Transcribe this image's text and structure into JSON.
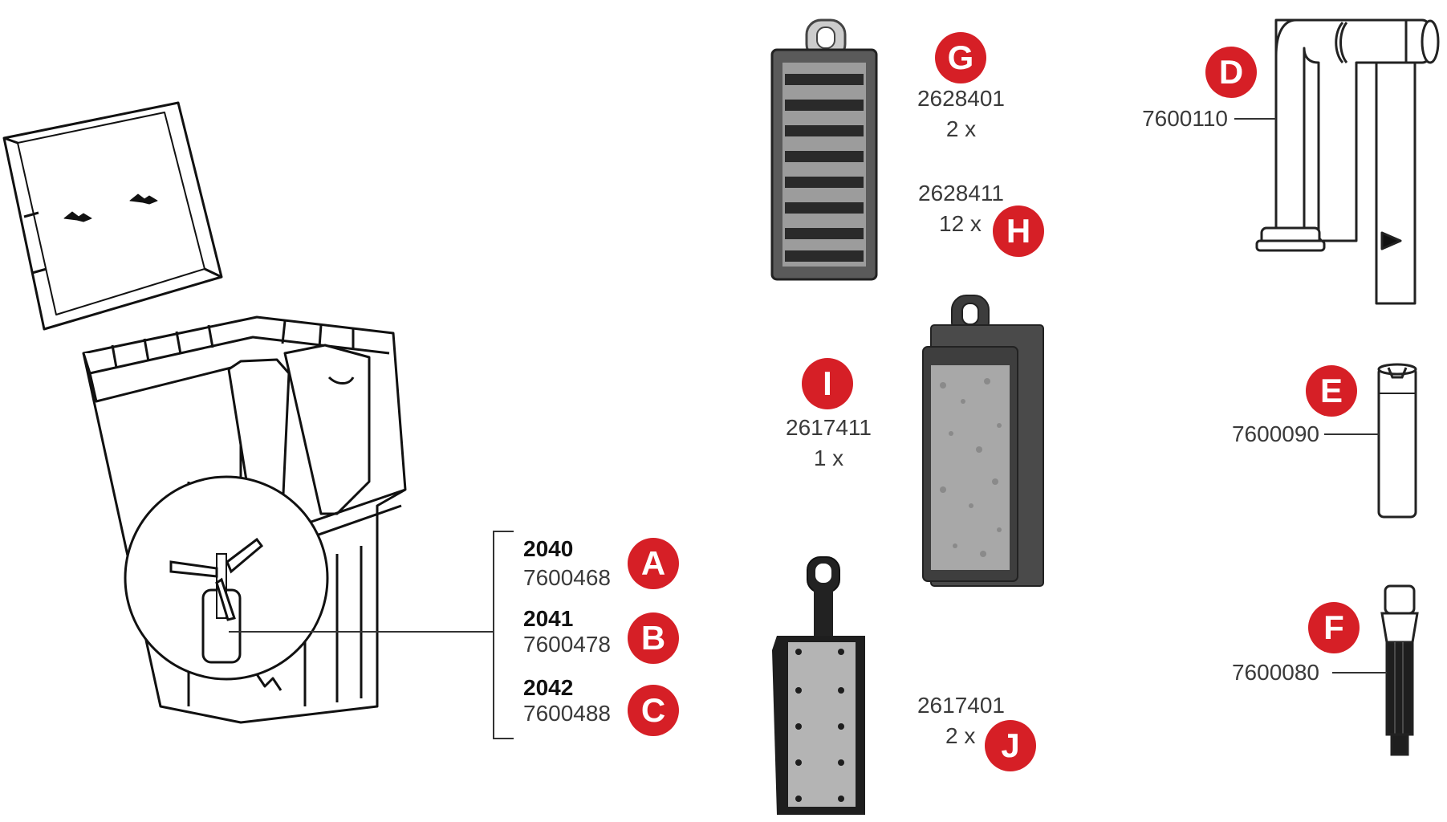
{
  "colors": {
    "badge": "#d61f26",
    "badge_text": "#ffffff",
    "line": "#333333",
    "filter_dark": "#3a3a3a",
    "sponge": "#9a9a9a"
  },
  "impeller_parts": [
    {
      "letter": "A",
      "model": "2040",
      "number": "7600468"
    },
    {
      "letter": "B",
      "model": "2041",
      "number": "7600478"
    },
    {
      "letter": "C",
      "model": "2042",
      "number": "7600488"
    }
  ],
  "cartridges": {
    "G": {
      "letter": "G",
      "number": "2628401",
      "qty": "2 x"
    },
    "H": {
      "letter": "H",
      "number": "2628411",
      "qty": "12 x"
    },
    "I": {
      "letter": "I",
      "number": "2617411",
      "qty": "1 x"
    },
    "J": {
      "letter": "J",
      "number": "2617401",
      "qty": "2 x"
    }
  },
  "tubes": {
    "D": {
      "letter": "D",
      "number": "7600110"
    },
    "E": {
      "letter": "E",
      "number": "7600090"
    },
    "F": {
      "letter": "F",
      "number": "7600080"
    }
  }
}
